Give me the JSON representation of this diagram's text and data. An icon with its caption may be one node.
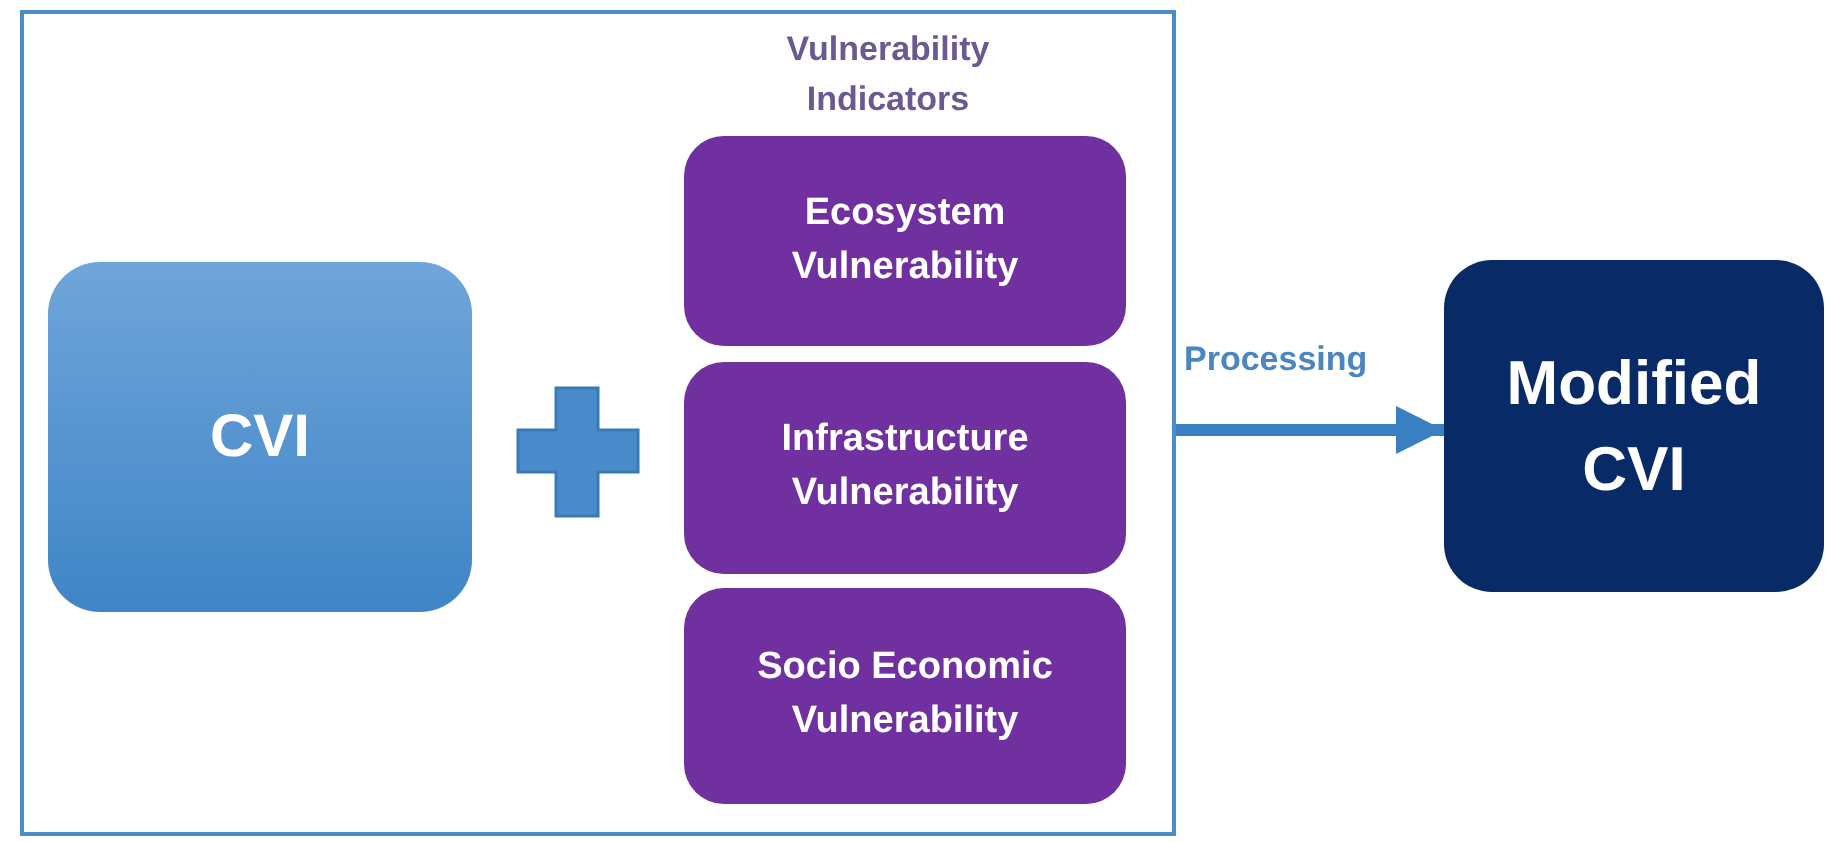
{
  "diagram": {
    "nodes": [
      {
        "text": [],
        "shape": "box"
      },
      {
        "text": [
          "CVI"
        ],
        "in": 0
      },
      {
        "text": [
          "Ecosystem Vulnerability"
        ],
        "in": 0
      },
      {
        "text": [
          "Infrastructure Vulnerability"
        ],
        "in": 0
      },
      {
        "text": [
          "Socio Economic Vulnerability"
        ],
        "in": 0
      },
      {
        "text": [
          "Modified CVI"
        ]
      }
    ],
    "edges": [
      {
        "from": 0,
        "to": 5,
        "arrow": "to",
        "label": "Processing"
      }
    ],
    "labels": [
      "Vulnerability Indicators"
    ]
  }
}
